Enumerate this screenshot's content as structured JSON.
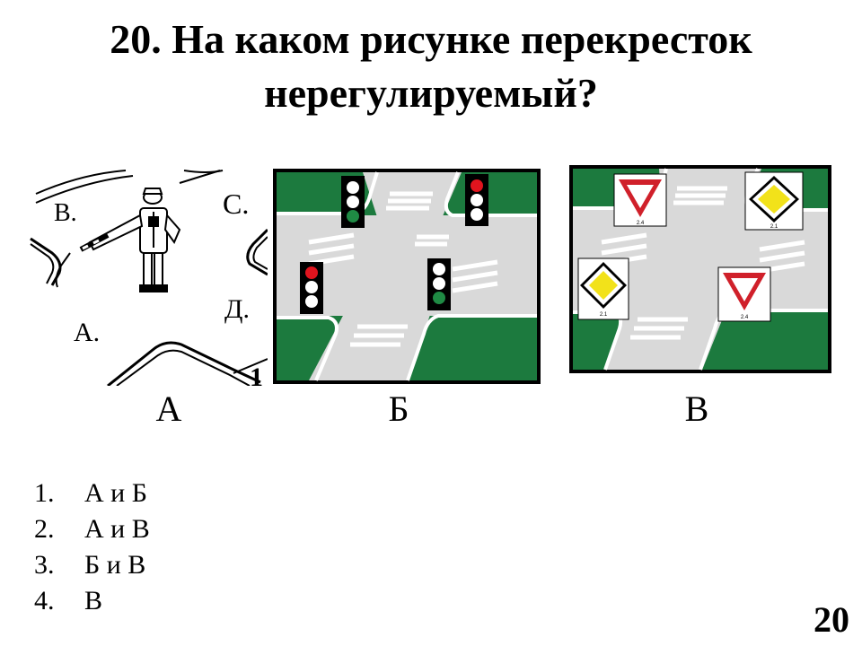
{
  "slide": {
    "title_line1": "20. На каком рисунке перекресток",
    "title_line2": "нерегулируемый?",
    "page_number": "20"
  },
  "figures": {
    "a": {
      "caption": "А",
      "street_labels": [
        "В.",
        "С.",
        "Д.",
        "А.",
        "1"
      ]
    },
    "b": {
      "caption": "Б"
    },
    "c": {
      "caption": "В",
      "sign_codes": [
        "2.4",
        "2.1",
        "2.1",
        "2.4"
      ]
    }
  },
  "answers": [
    {
      "number": "1.",
      "text": "А и Б"
    },
    {
      "number": "2.",
      "text": "А и В"
    },
    {
      "number": "3.",
      "text": "Б и В"
    },
    {
      "number": "4.",
      "text": "В"
    }
  ],
  "colors": {
    "grass": "#1c7a3e",
    "road": "#d9d9d9",
    "sign_red": "#d0202a",
    "sign_yellow": "#f2e21a",
    "light_red": "#e0141e",
    "light_green": "#1f8a44"
  }
}
